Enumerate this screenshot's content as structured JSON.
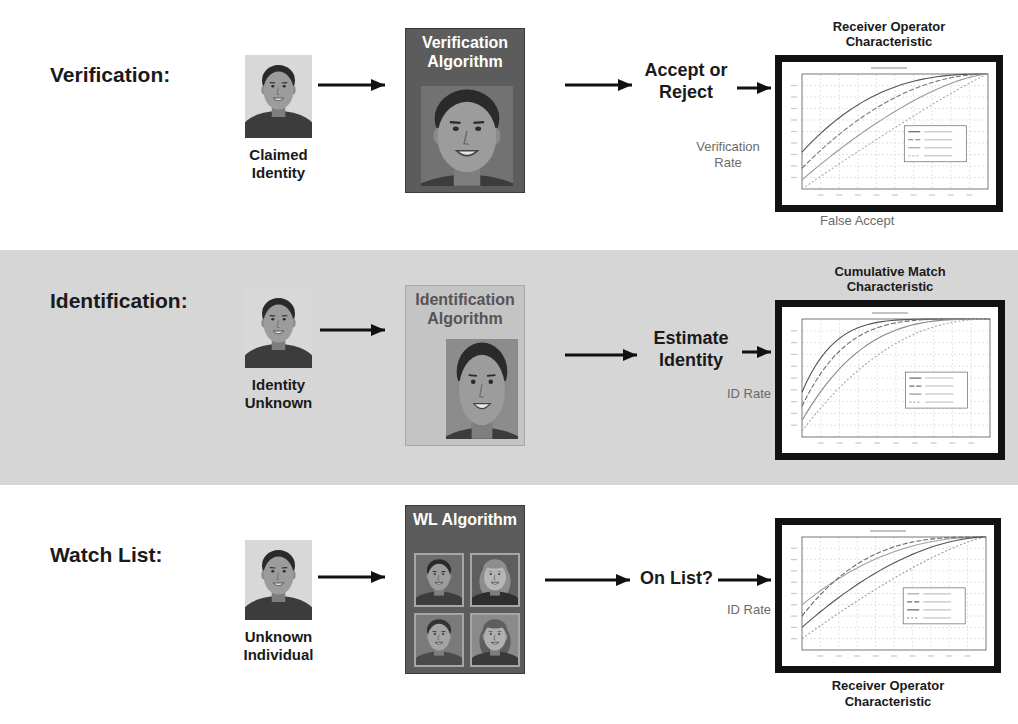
{
  "diagram": {
    "nodes": [
      {
        "text": [
          "Claimed Identity"
        ]
      },
      {
        "text": [
          "Verification Algorithm"
        ]
      },
      {
        "text": [
          "Accept or Reject"
        ]
      },
      {
        "text": [
          "Receiver Operator Characteristic",
          "Verification Rate",
          "False Accept"
        ]
      },
      {
        "text": [
          "Identification:"
        ]
      },
      {
        "text": [
          "Identity Unknown"
        ],
        "in": 4
      },
      {
        "text": [
          "Identification Algorithm"
        ],
        "in": 4
      },
      {
        "text": [
          "Estimate Identity"
        ],
        "in": 4
      },
      {
        "text": [
          "Cumulative Match Characteristic",
          "ID Rate"
        ],
        "in": 4
      },
      {
        "text": [
          "Unknown Individual"
        ]
      },
      {
        "text": [
          "WL Algorithm"
        ]
      },
      {
        "text": [
          "On List?"
        ]
      },
      {
        "text": [
          "ID Rate",
          "Receiver Operator Characteristic"
        ]
      }
    ],
    "edges": [
      {
        "from": 0,
        "to": 1,
        "arrow": "to"
      },
      {
        "from": 1,
        "to": 2,
        "arrow": "to"
      },
      {
        "from": 2,
        "to": 3,
        "arrow": "to"
      },
      {
        "from": 5,
        "to": 6,
        "arrow": "to"
      },
      {
        "from": 6,
        "to": 7,
        "arrow": "to"
      },
      {
        "from": 7,
        "to": 8,
        "arrow": "to"
      },
      {
        "from": 9,
        "to": 10,
        "arrow": "to"
      },
      {
        "from": 10,
        "to": 11,
        "arrow": "to"
      },
      {
        "from": 11,
        "to": 12,
        "arrow": "to"
      }
    ],
    "labels": [
      "Verification:",
      "Watch List:"
    ]
  }
}
